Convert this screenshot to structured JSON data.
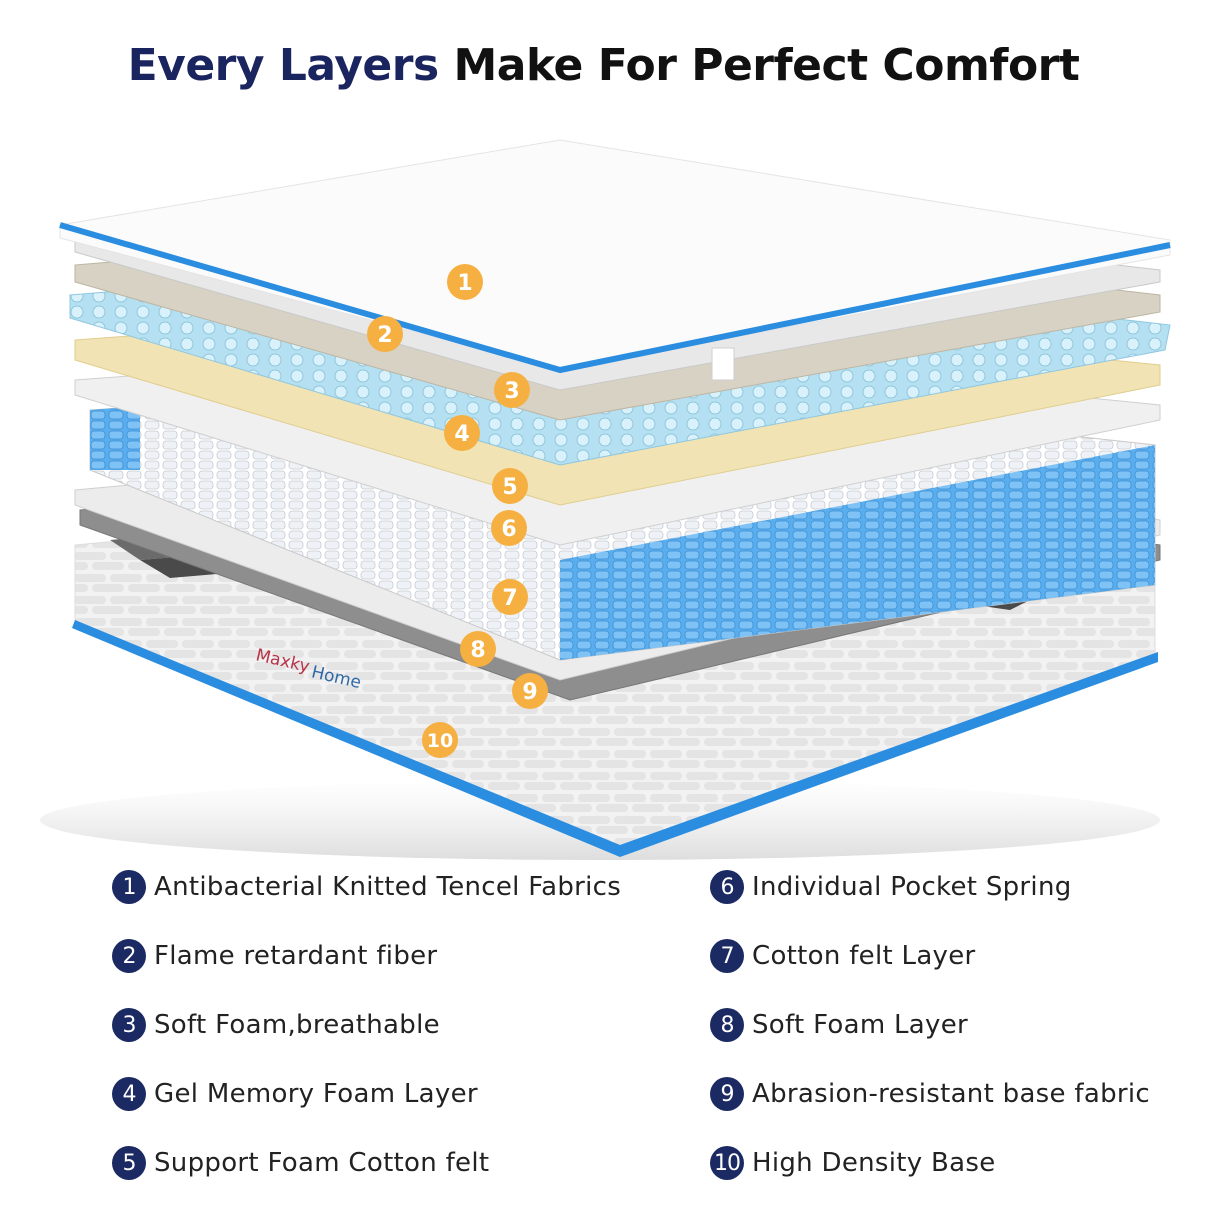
{
  "title": {
    "accent": "Every Layers",
    "rest": "Make For Perfect Comfort"
  },
  "brand": {
    "part1": "Maxky",
    "part2": "Home"
  },
  "colors": {
    "navy": "#1b2a63",
    "edge_blue": "#2a8de0",
    "badge_orange": "#f5b041",
    "gel_blue": "#a9d8ec",
    "spring_blue": "#4aa3e8",
    "yellow_foam": "#f1e3b4"
  },
  "badges": [
    "1",
    "2",
    "3",
    "4",
    "5",
    "6",
    "7",
    "8",
    "9",
    "10"
  ],
  "legend": [
    {
      "num": "1",
      "text": "Antibacterial Knitted Tencel Fabrics"
    },
    {
      "num": "2",
      "text": "Flame retardant fiber"
    },
    {
      "num": "3",
      "text": "Soft Foam,breathable"
    },
    {
      "num": "4",
      "text": "Gel Memory Foam Layer"
    },
    {
      "num": "5",
      "text": "Support Foam Cotton felt"
    },
    {
      "num": "6",
      "text": "Individual Pocket Spring"
    },
    {
      "num": "7",
      "text": "Cotton felt Layer"
    },
    {
      "num": "8",
      "text": "Soft Foam Layer"
    },
    {
      "num": "9",
      "text": "Abrasion-resistant base fabric"
    },
    {
      "num": "10",
      "text": "High Density Base"
    }
  ]
}
